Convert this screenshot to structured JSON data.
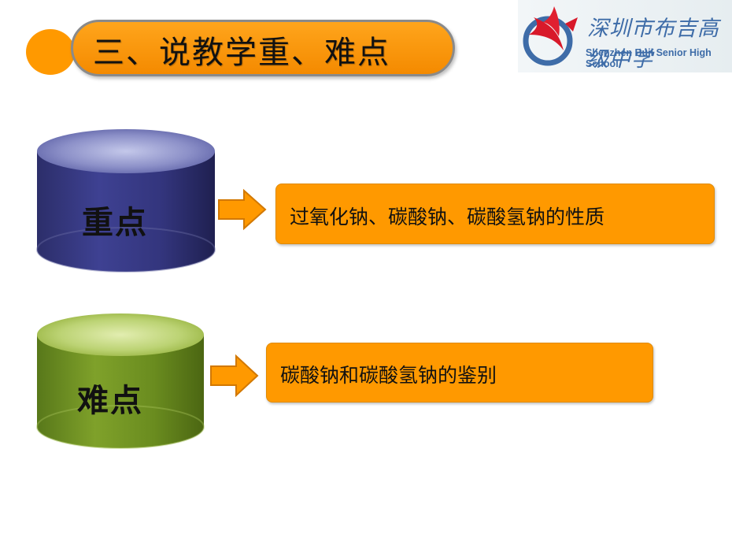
{
  "slide": {
    "title": "三、说教学重、难点"
  },
  "logo": {
    "chinese_name": "深圳市布吉高级中学",
    "english_name": "Shenzhen Buji Senior High School",
    "emblem_icon": "school-emblem-icon"
  },
  "items": [
    {
      "label": "重点",
      "description": "过氧化钠、碳酸钠、碳酸氢钠的性质",
      "color": "#2f3173"
    },
    {
      "label": "难点",
      "description": "碳酸钠和碳酸氢钠的鉴别",
      "color": "#5e7d12"
    }
  ],
  "colors": {
    "accent": "#ff9900"
  }
}
